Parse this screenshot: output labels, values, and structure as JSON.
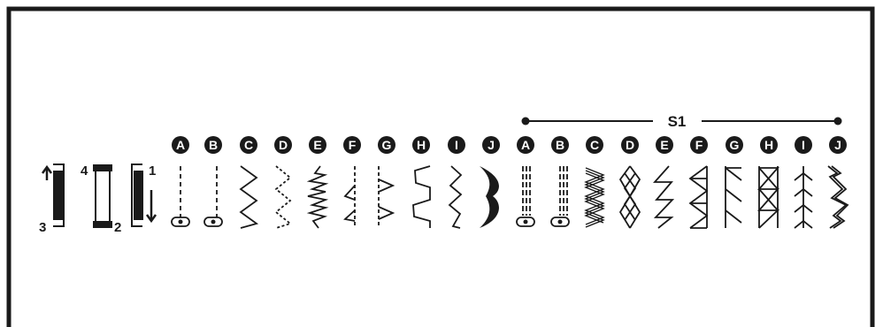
{
  "colors": {
    "ink": "#1a1a1a",
    "background": "#ffffff"
  },
  "buttonhole_steps": [
    "1",
    "2",
    "3",
    "4"
  ],
  "group_label": "S1",
  "pattern_letters": [
    "A",
    "B",
    "C",
    "D",
    "E",
    "F",
    "G",
    "H",
    "I",
    "J"
  ],
  "standard_patterns": [
    {
      "letter": "A",
      "icon": "straight-stitch-center-icon"
    },
    {
      "letter": "B",
      "icon": "straight-stitch-left-icon"
    },
    {
      "letter": "C",
      "icon": "zigzag-stitch-icon"
    },
    {
      "letter": "D",
      "icon": "three-step-zigzag-icon"
    },
    {
      "letter": "E",
      "icon": "overcast-stitch-icon"
    },
    {
      "letter": "F",
      "icon": "blind-hem-stitch-icon"
    },
    {
      "letter": "G",
      "icon": "elastic-blind-hem-icon"
    },
    {
      "letter": "H",
      "icon": "multi-zigzag-icon"
    },
    {
      "letter": "I",
      "icon": "shell-tuck-icon"
    },
    {
      "letter": "J",
      "icon": "scallop-stitch-icon"
    }
  ],
  "s1_patterns": [
    {
      "letter": "A",
      "icon": "triple-straight-center-icon"
    },
    {
      "letter": "B",
      "icon": "triple-straight-left-icon"
    },
    {
      "letter": "C",
      "icon": "rickrack-stitch-icon"
    },
    {
      "letter": "D",
      "icon": "honeycomb-stitch-icon"
    },
    {
      "letter": "E",
      "icon": "feather-stitch-icon"
    },
    {
      "letter": "F",
      "icon": "ladder-stitch-icon"
    },
    {
      "letter": "G",
      "icon": "overlock-stitch-icon"
    },
    {
      "letter": "H",
      "icon": "double-overlock-icon"
    },
    {
      "letter": "I",
      "icon": "herringbone-stitch-icon"
    },
    {
      "letter": "J",
      "icon": "ric-rac-overedge-icon"
    }
  ]
}
